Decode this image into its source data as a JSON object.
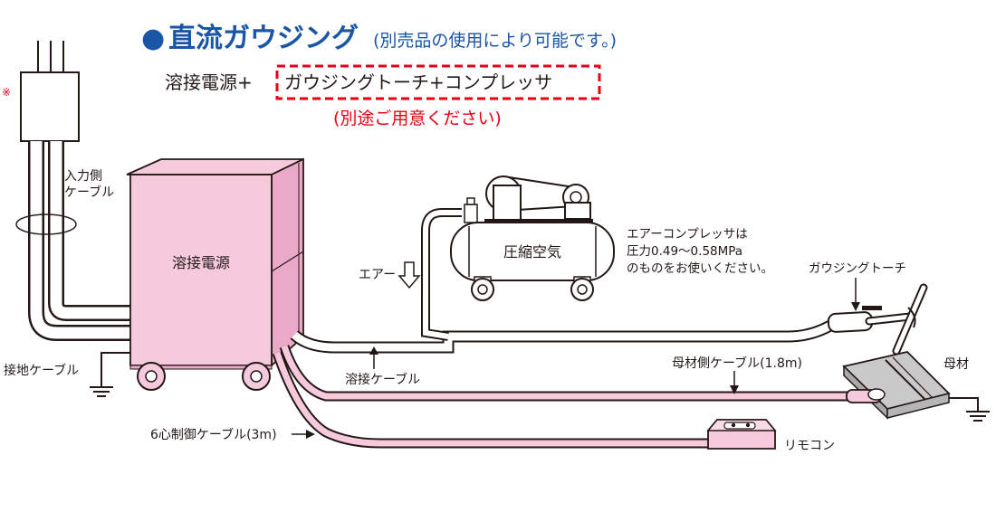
{
  "title": {
    "bullet": "●",
    "main": "直流ガウジング",
    "note": "(別売品の使用により可能です。)"
  },
  "formula": {
    "part1": "溶接電源+",
    "part2": "ガウジングトーチ+コンプレッサ",
    "note": "(別途ご用意ください)"
  },
  "labels": {
    "mark": "※",
    "input_cable_line1": "入力側",
    "input_cable_line2": "ケーブル",
    "power_source": "溶接電源",
    "ground_cable": "接地ケーブル",
    "welding_cable": "溶接ケーブル",
    "control_cable": "6心制御ケーブル(3m)",
    "air": "エアー",
    "compressed_air": "圧縮空気",
    "compressor_note_line1": "エアーコンプレッサは",
    "compressor_note_line2": "圧力0.49〜0.58MPa",
    "compressor_note_line3": "のものをお使いください。",
    "gouging_torch": "ガウジングトーチ",
    "base_metal_cable": "母材側ケーブル(1.8m)",
    "base_metal": "母材",
    "remote": "リモコン"
  },
  "colors": {
    "title_blue": "#1a55a6",
    "accent_red": "#e60012",
    "machine_pink": "#f6c9dd",
    "machine_pink_dark": "#eaa9c6",
    "line": "#231815",
    "base_metal_gray": "#c9c9c9"
  }
}
